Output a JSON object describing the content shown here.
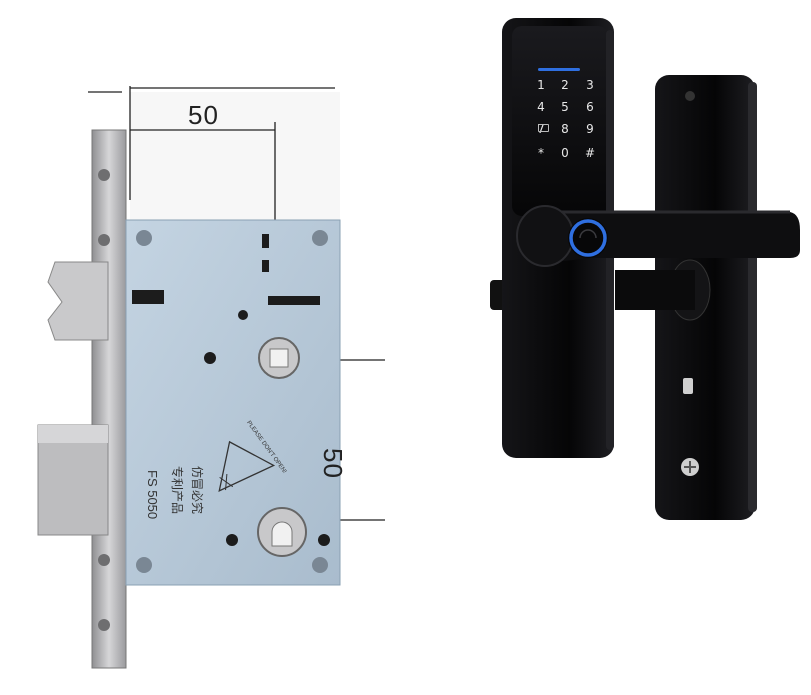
{
  "dimensions": {
    "backset": "50",
    "center_distance": "50"
  },
  "mortise_markings": {
    "model": "FS 5050",
    "line2": "专利产品",
    "line3": "仿冒必究",
    "warning": "PLEASE DON'T OPEN!"
  },
  "keypad": {
    "keys": [
      "1",
      "2",
      "3",
      "4",
      "5",
      "6",
      "7",
      "8",
      "9",
      "*",
      "0",
      "#"
    ]
  },
  "colors": {
    "mortise_plate": "#b7c9d9",
    "lock_body": "#0c0c0e",
    "fingerprint_ring": "#2f6fe0",
    "steel": "#b9b9bb"
  }
}
